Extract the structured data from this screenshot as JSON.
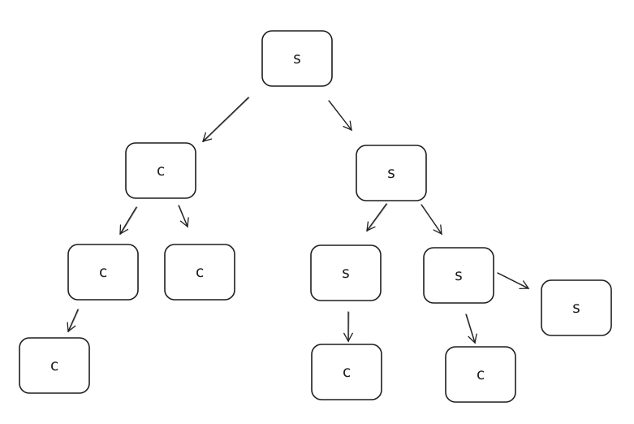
{
  "diagram": {
    "type": "tree",
    "stroke_color": "#1e1e1e",
    "background": "#ffffff",
    "nodes": [
      {
        "id": "n1",
        "label": "s"
      },
      {
        "id": "n2",
        "label": "c"
      },
      {
        "id": "n3",
        "label": "s"
      },
      {
        "id": "n4",
        "label": "c"
      },
      {
        "id": "n5",
        "label": "c"
      },
      {
        "id": "n6",
        "label": "s"
      },
      {
        "id": "n7",
        "label": "s"
      },
      {
        "id": "n8",
        "label": "c"
      },
      {
        "id": "n9",
        "label": "c"
      },
      {
        "id": "n10",
        "label": "c"
      },
      {
        "id": "n11",
        "label": "s"
      }
    ],
    "edges": [
      {
        "from": "n1",
        "to": "n2"
      },
      {
        "from": "n1",
        "to": "n3"
      },
      {
        "from": "n2",
        "to": "n4"
      },
      {
        "from": "n2",
        "to": "n5"
      },
      {
        "from": "n3",
        "to": "n6"
      },
      {
        "from": "n3",
        "to": "n7"
      },
      {
        "from": "n4",
        "to": "n8"
      },
      {
        "from": "n6",
        "to": "n9"
      },
      {
        "from": "n7",
        "to": "n10"
      },
      {
        "from": "n7",
        "to": "n11"
      }
    ]
  }
}
